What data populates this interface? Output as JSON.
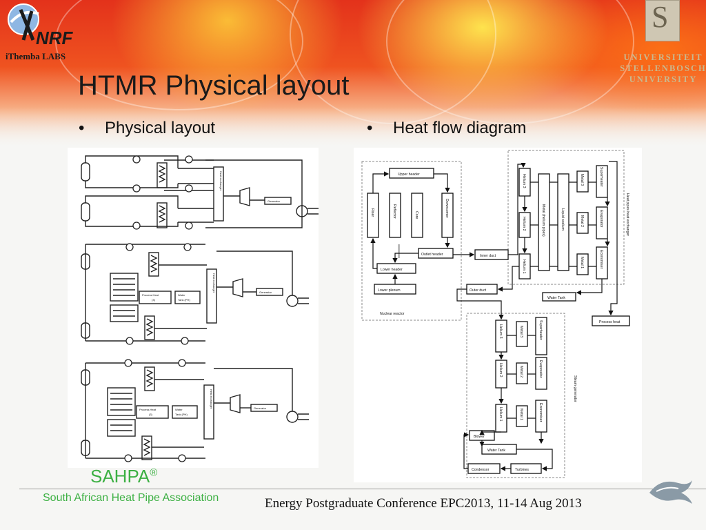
{
  "slide": {
    "title": "HTMR Physical layout",
    "bullet_left": "Physical layout",
    "bullet_right": "Heat flow diagram",
    "bullet_glyph": "•"
  },
  "logos": {
    "nrf": "NRF",
    "ithemba": "iThemba LABS",
    "su_letter": "S",
    "su_line1": "UNIVERSITEIT",
    "su_line2": "STELLENBOSCH",
    "su_line3": "UNIVERSITY"
  },
  "footer": {
    "sahpa": "SAHPA",
    "sahpa_mark": "®",
    "sahpa_full": "South African Heat Pipe Association",
    "conference": "Energy Postgraduate Conference EPC2013, 11-14 Aug 2013"
  },
  "physical_layout": {
    "generator": "Generator",
    "heat_exchanger": "Heat exchanger",
    "process_heat": "Process Heat",
    "process_heat_sub": "(3)",
    "water_tank": "Water",
    "water_tank_sub": "Tank (PH)"
  },
  "heat_flow": {
    "upper_header": "Upper header",
    "riser": "Riser",
    "reflector": "Reflector",
    "core": "Core",
    "downcomer": "Downcomer",
    "outlet_header": "Outlet header",
    "lower_header": "Lower header",
    "lower_plenum": "Lower plenum",
    "inner_duct": "Inner duct",
    "outer_duct": "Outer duct",
    "nuclear_reactor": "Nuclear reactor",
    "helium3": "Helium 3",
    "helium2": "Helium 2",
    "helium1": "Helium 1",
    "metal_helium_pipes": "Metal (helium pipes)",
    "liquid_sodium": "Liquid sodium",
    "metal3": "Metal 3",
    "metal2": "Metal 2",
    "metal1": "Metal 1",
    "superheater": "Superheater",
    "evaporator": "Evaporator",
    "economiser": "Economiser",
    "heat_pipes_hx": "Heat pipes heat exchanger",
    "water_tank": "Water Tank",
    "process_heat": "Process heat",
    "steam_generator": "Steam generator",
    "blower": "Blower",
    "condensor": "Condensor",
    "turbines": "Turbines"
  },
  "colors": {
    "sahpa_green": "#3cb043",
    "banner_red": "#e3321b",
    "banner_yellow": "#ffec50"
  }
}
